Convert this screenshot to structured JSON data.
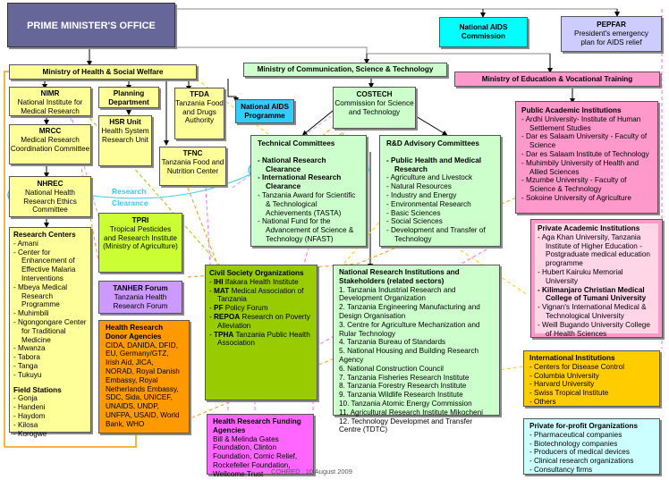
{
  "title": "Tanzania Health Research System Organogram",
  "pmo": {
    "label": "PRIME MINISTER'S OFFICE"
  },
  "nac": {
    "title": "National AIDS Commission"
  },
  "pepfar": {
    "title": "PEPFAR",
    "subtitle": "President's emergency plan for AIDS relief"
  },
  "mohsw": {
    "label": "Ministry of Health & Social Welfare"
  },
  "mocst": {
    "label": "Ministry of Communication, Science & Technology"
  },
  "moevt": {
    "label": "Ministry of Education & Vocational Training"
  },
  "nimr": {
    "title": "NIMR",
    "subtitle": "National Institute for Medical Research"
  },
  "planning": {
    "title": "Planning Department"
  },
  "tfda": {
    "title": "TFDA",
    "subtitle": "Tanzania Food and Drugs Authority"
  },
  "nap": {
    "title": "National AIDS Programme"
  },
  "mrcc": {
    "title": "MRCC",
    "subtitle": "Medical Research Coordination Committee"
  },
  "hsr": {
    "title": "HSR Unit",
    "subtitle": "Health System Research Unit"
  },
  "tfnc": {
    "title": "TFNC",
    "subtitle": "Tanzania Food and Nutrition Center"
  },
  "nhrec": {
    "title": "NHREC",
    "subtitle": "National Health Research Ethics Committee"
  },
  "research_clearance": {
    "line1": "Research",
    "line2": "Clearance"
  },
  "costech": {
    "title": "COSTECH",
    "subtitle": "Commission for Science and Technology"
  },
  "technical_committees": {
    "title": "Technical Committees",
    "bold_items": [
      "National Research Clearance",
      "International Research Clearance"
    ],
    "items": [
      "Tanzania Award for Scientific & Technological Achievements (TASTA)",
      "National Fund for the Advancement of Science & Technology (NFAST)"
    ]
  },
  "rd_committees": {
    "title": "R&D Advisory Committees",
    "bold_items": [
      "Public Health and Medical Research"
    ],
    "items": [
      "Agriculture and Livestock",
      "Natural Resources",
      "Industry and Energy",
      "Environmental Research",
      "Basic Sciences",
      "Social Sciences",
      "Development and Transfer of Technology"
    ]
  },
  "public_academic": {
    "title": "Public Academic Institutions",
    "items": [
      "Ardhi University- Institute of Human Settlement Studies",
      "Dar es Salaam University - Faculty of Science",
      "Dar es Salaam Institute of Technology",
      "Muhimbily University of Health and Allied  Sciences",
      "Mzumbe University - Faculty of Science & Technology",
      "Sokoine University of Agriculture"
    ]
  },
  "private_academic": {
    "title": "Private Academic Institutions",
    "items": [
      "Aga Khan University, Tanzania Institute  of Higher Education - Postgraduate medical education programme",
      "Hubert Kairuku Memorial University"
    ],
    "bold_item": "Kilimanjaro Christian Medical College of Tumani University",
    "items2": [
      "Vignan's International Medical & Technological University",
      "Weill Bugando University College of Health Sciences"
    ]
  },
  "research_centers": {
    "title": "Research Centers",
    "items": [
      "Amani",
      "Center for Enhancement of Effective Malaria Interventions",
      "Mbeya Medical Research Programme",
      "Muhimbili",
      "Ngongongare Center for Traditional Medicine",
      "Mwanza",
      "Tabora",
      "Tanga",
      "Tukuyu"
    ],
    "field_title": "Field Stations",
    "field_items": [
      "Gonja",
      "Handeni",
      "Haydom",
      "Kilosa",
      "Korogwe"
    ]
  },
  "tpri": {
    "title": "TPRI",
    "subtitle": "Tropical Pesticides and Research Institute (Ministry of Agriculture)"
  },
  "tanher": {
    "title": "TANHER Forum",
    "subtitle": "Tanzania Health Research Forum"
  },
  "donors": {
    "title": "Health Research Donor Agencies",
    "body": "CIDA, DANIDA, DFID, EU, Germany/GTZ, Irish Aid, JICA, NORAD, Royal Danish Embassy, Royal Netherlands Embassy, SDC, Sida, UNICEF, UNAIDS, UNDP, UNFPA, USAID, World Bank, WHO"
  },
  "civil_society": {
    "title": "Civil Society Organizations",
    "items": [
      {
        "abbr": "IHI",
        "name": "Ifakara Health Institute"
      },
      {
        "abbr": "MAT",
        "name": "Medical Association of Tanzania"
      },
      {
        "abbr": "PF",
        "name": "Policy Forum"
      },
      {
        "abbr": "REPOA",
        "name": "Research on Poverty Alleviation"
      },
      {
        "abbr": "TPHA",
        "name": "Tanzania Public Health Association"
      }
    ]
  },
  "funding": {
    "title": "Health Research Funding Agencies",
    "body": "Bill & Melinda Gates Foundation, Clinton Foundation, Comic Relief, Rockefeller Foundation, Wellcome Trust"
  },
  "national_institutions": {
    "title": "National Research Institutions and Stakeholders (related sectors)",
    "items": [
      "1. Tanzania Industrial Research and Development Organization",
      "2. Tanzania Engineering Manufacturing and Design Organisation",
      "3. Centre for Agriculture Mechanization and Rular Technology",
      "4. Tanzania Bureau of Standards",
      "5. National Housing and Building Research Agency",
      "6. National Construction Council",
      "7. Tanzania Fisheries Research Institute",
      "8. Tanzania Forestry Research Institute",
      "9. Tanzania Wildlife Research Institute",
      "10. Tanzania Atomic Energy Commission",
      "11. Agricultural Research Institute Mikocheni",
      "12. Technology Developmet and Transfer Centre (TDTC)"
    ]
  },
  "international": {
    "title": "International Institutions",
    "items": [
      "Centers for Disease Control",
      "Columbia University",
      "Harvard University",
      "Swiss Tropical Institute",
      "Others"
    ]
  },
  "private_forprofit": {
    "title": "Private for-profit Organizations",
    "items": [
      "Pharmaceutical companies",
      "Biotechnology companies",
      "Producers of medical devices",
      "Clinical research organizations",
      "Consultancy firms"
    ]
  },
  "footer": "COHRED , 10 August 2009"
}
